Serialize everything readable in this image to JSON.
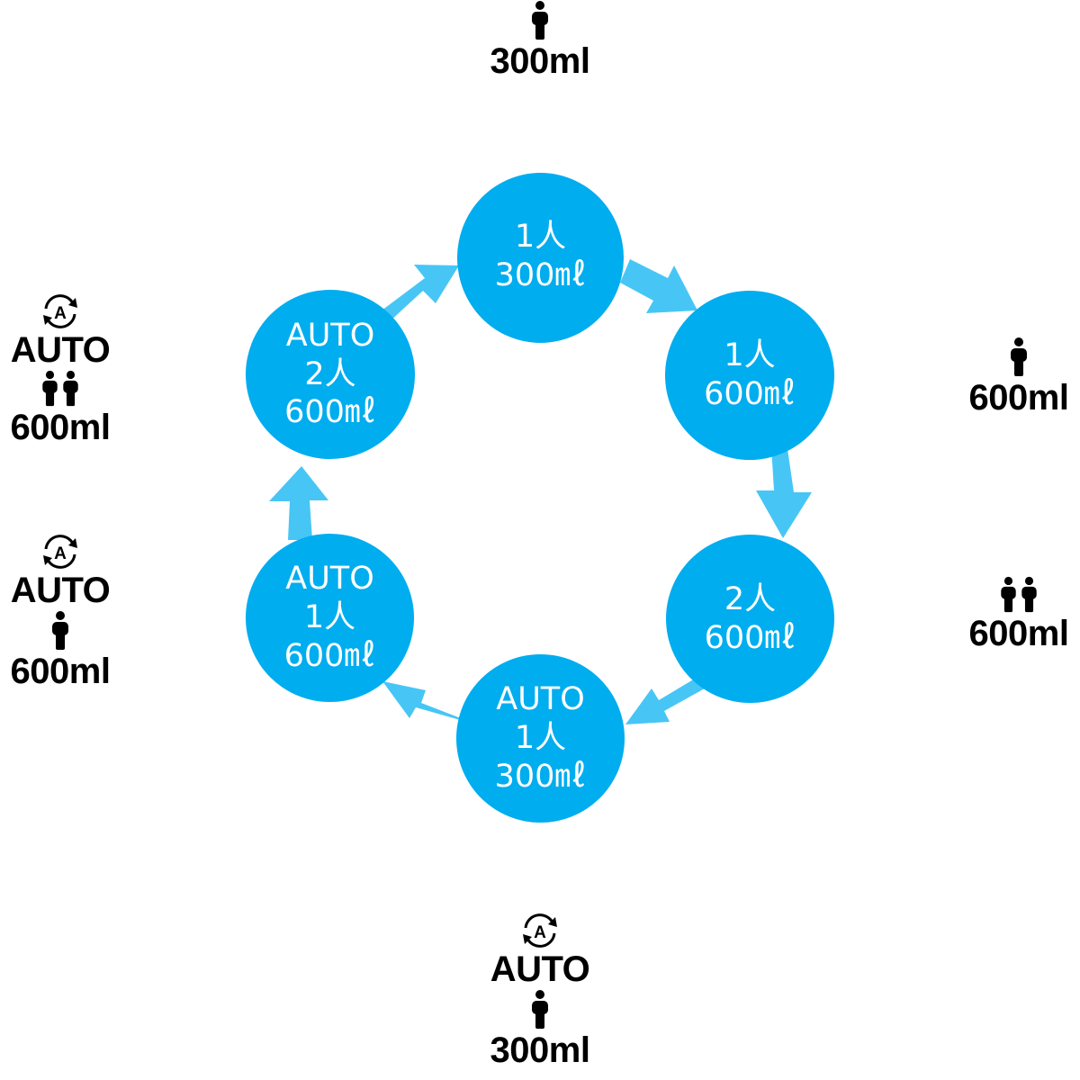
{
  "colors": {
    "circle_fill": "#00adef",
    "arrow_fill": "#47c6f5",
    "circle_text": "#ffffff",
    "label_text": "#000000"
  },
  "cycle": [
    {
      "id": "step-1",
      "lines": [
        "1人",
        "300㎖"
      ]
    },
    {
      "id": "step-2",
      "lines": [
        "1人",
        "600㎖"
      ]
    },
    {
      "id": "step-3",
      "lines": [
        "2人",
        "600㎖"
      ]
    },
    {
      "id": "step-4",
      "lines": [
        "AUTO",
        "1人",
        "300㎖"
      ]
    },
    {
      "id": "step-5",
      "lines": [
        "AUTO",
        "1人",
        "600㎖"
      ]
    },
    {
      "id": "step-6",
      "lines": [
        "AUTO",
        "2人",
        "600㎖"
      ]
    }
  ],
  "labels": {
    "top": {
      "icons": [
        "person-icon"
      ],
      "volume": "300ml"
    },
    "right_upper": {
      "icons": [
        "person-icon"
      ],
      "volume": "600ml"
    },
    "right_lower": {
      "icons": [
        "two-persons-icon"
      ],
      "volume": "600ml"
    },
    "bottom": {
      "icons": [
        "auto-cycle-icon",
        "person-icon"
      ],
      "auto": "AUTO",
      "volume": "300ml"
    },
    "left_lower": {
      "icons": [
        "auto-cycle-icon",
        "person-icon"
      ],
      "auto": "AUTO",
      "volume": "600ml"
    },
    "left_upper": {
      "icons": [
        "auto-cycle-icon",
        "two-persons-icon"
      ],
      "auto": "AUTO",
      "volume": "600ml"
    }
  }
}
